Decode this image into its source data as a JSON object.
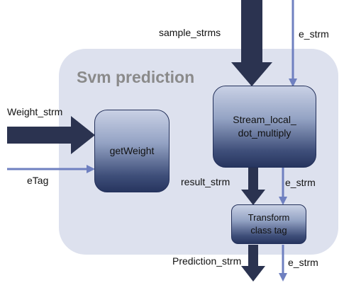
{
  "diagram": {
    "container": {
      "title": "Svm prediction"
    },
    "blocks": {
      "get_weight": "getWeight",
      "stream_local_line1": "Stream_local_",
      "stream_local_line2": "dot_multiply",
      "transform_line1": "Transform",
      "transform_line2": "class tag"
    },
    "labels": {
      "sample_strms": "sample_strms",
      "e_strm_top": "e_strm",
      "weight_strm": "Weight_strm",
      "etag": "eTag",
      "result_strm": "result_strm",
      "e_strm_mid": "e_strm",
      "prediction_strm": "Prediction_strm",
      "e_strm_bottom": "e_strm"
    },
    "colors": {
      "container_fill": "#dde1ee",
      "thick_arrow": "#2b3350",
      "thin_arrow": "#6f80c0",
      "title_text": "#8a8a8a"
    }
  }
}
